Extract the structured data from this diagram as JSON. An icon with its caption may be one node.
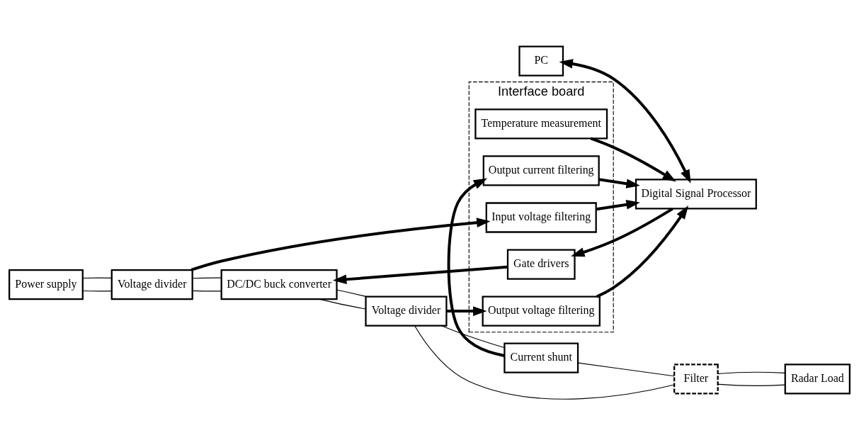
{
  "diagram": {
    "nodes": [
      {
        "text": [
          "Interface board"
        ]
      },
      {
        "text": [
          "Temperature measurement"
        ],
        "in": 0
      },
      {
        "text": [
          "Output current filtering"
        ],
        "in": 0
      },
      {
        "text": [
          "Output voltage filtering"
        ],
        "in": 0
      },
      {
        "text": [
          "Gate drivers"
        ],
        "in": 0
      },
      {
        "text": [
          "Input voltage filtering"
        ],
        "in": 0
      },
      {
        "text": [
          "PC"
        ]
      },
      {
        "text": [
          "Digital Signal Processor"
        ]
      },
      {
        "text": [
          "Power supply"
        ]
      },
      {
        "text": [
          "Voltage divider"
        ]
      },
      {
        "text": [
          "DC/DC buck converter"
        ]
      },
      {
        "text": [
          "Voltage divider"
        ]
      },
      {
        "text": [
          "Current shunt"
        ]
      },
      {
        "text": [
          "Filter"
        ]
      },
      {
        "text": [
          "Radar Load"
        ]
      }
    ],
    "edges": [
      {
        "from": 6,
        "to": 7,
        "arrow": "both",
        "style": "thick"
      },
      {
        "from": 1,
        "to": 7,
        "arrow": "to",
        "style": "thick"
      },
      {
        "from": 2,
        "to": 7,
        "arrow": "to",
        "style": "thick"
      },
      {
        "from": 3,
        "to": 7,
        "arrow": "to",
        "style": "thick"
      },
      {
        "from": 7,
        "to": 4,
        "arrow": "to",
        "style": "thick"
      },
      {
        "from": 5,
        "to": 7,
        "arrow": "to",
        "style": "thick"
      },
      {
        "from": 9,
        "to": 5,
        "arrow": "to",
        "style": "thick"
      },
      {
        "from": 4,
        "to": 10,
        "arrow": "to",
        "style": "thick"
      },
      {
        "from": 11,
        "to": 3,
        "arrow": "to",
        "style": "thick"
      },
      {
        "from": 12,
        "to": 2,
        "arrow": "to",
        "style": "thick"
      },
      {
        "from": 8,
        "to": 9,
        "arrow": "none"
      },
      {
        "from": 8,
        "to": 9,
        "arrow": "none"
      },
      {
        "from": 9,
        "to": 10,
        "arrow": "none"
      },
      {
        "from": 9,
        "to": 10,
        "arrow": "none"
      },
      {
        "from": 10,
        "to": 11,
        "arrow": "none"
      },
      {
        "from": 10,
        "to": 11,
        "arrow": "none"
      },
      {
        "from": 11,
        "to": 13,
        "arrow": "none"
      },
      {
        "from": 11,
        "to": 12,
        "arrow": "none"
      },
      {
        "from": 12,
        "to": 13,
        "arrow": "none"
      },
      {
        "from": 13,
        "to": 14,
        "arrow": "none"
      },
      {
        "from": 13,
        "to": 14,
        "arrow": "none"
      }
    ]
  }
}
